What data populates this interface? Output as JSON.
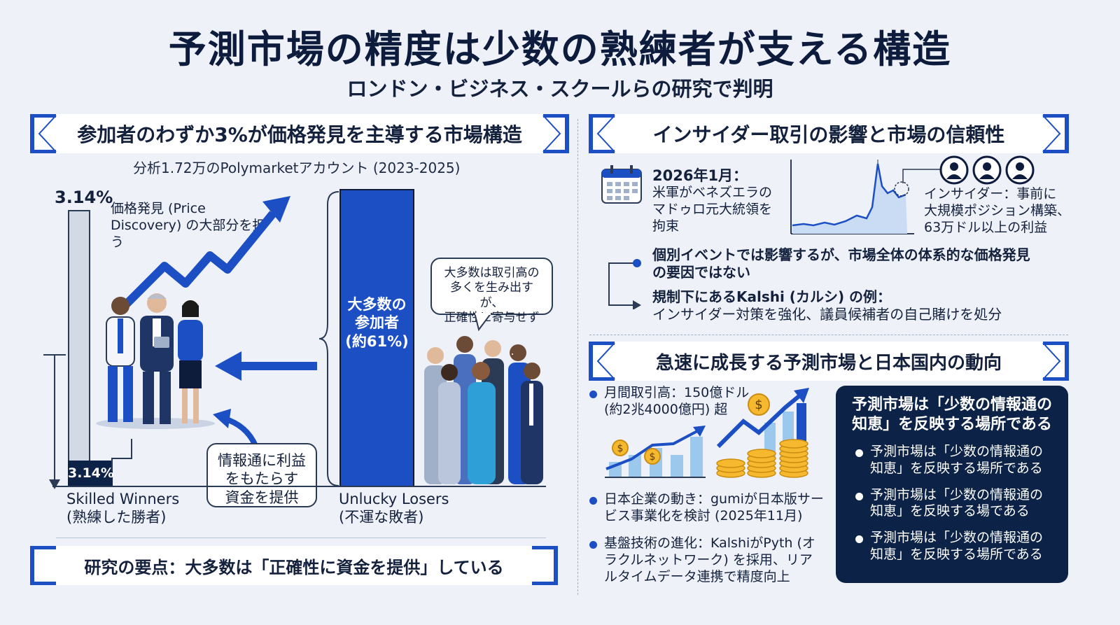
{
  "header": {
    "title": "予測市場の精度は少数の熟練者が支える構造",
    "subtitle": "ロンドン・ビジネス・スクールらの研究で判明"
  },
  "left_panel": {
    "banner": "参加者のわずか3%が価格発見を主導する市場構造",
    "analysis_note": "分析1.72万のPolymarketアカウント (2023-2025)",
    "winners_pct_top": "3.14%",
    "winners_pct_bottom": "3.14%",
    "price_discovery_label": "価格発見 (Price Discovery) の大部分を担う",
    "majority_bar_label": "大多数の参加者 (約61%)",
    "majority_bar_label_l1": "大多数の",
    "majority_bar_label_l2": "参加者",
    "majority_bar_label_l3": "(約61%)",
    "majority_bubble_l1": "大多数は取引高の",
    "majority_bubble_l2": "多くを生み出すが、",
    "majority_bubble_l3": "正確性に寄与せず",
    "funding_bubble_l1": "情報通に利益",
    "funding_bubble_l2": "をもたらす",
    "funding_bubble_l3": "資金を提供",
    "winners_label_en": "Skilled Winners",
    "winners_label_jp": "(熟練した勝者)",
    "losers_label_en": "Unlucky Losers",
    "losers_label_jp": "(不運な敗者)",
    "key_point_banner": "研究の要点：大多数は「正確性に資金を提供」している"
  },
  "insider_panel": {
    "banner": "インサイダー取引の影響と市場の信頼性",
    "event_date": "2026年1月：",
    "event_l1": "米軍がベネズエラの",
    "event_l2": "マドゥロ元大統領を",
    "event_l3": "拘束",
    "insider_l1": "インサイダー：事前に",
    "insider_l2": "大規模ポジション構築、",
    "insider_l3": "63万ドル以上の利益",
    "point1_l1": "個別イベントでは影響するが、市場全体の体系的な価格発見",
    "point1_l2": "の要因ではない",
    "point2_l1": "規制下にあるKalshi (カルシ) の例：",
    "point2_l2": "インサイダー対策を強化、議員候補者の自己賭けを処分"
  },
  "growth_panel": {
    "banner": "急速に成長する予測市場と日本国内の動向",
    "volume_l1": "月間取引高：150億ドル",
    "volume_l2": "(約2兆4000億円) 超",
    "japan_l1": "日本企業の動き：gumiが日本版サー",
    "japan_l2": "ビス事業化を検討 (2025年11月)",
    "tech_l1": "基盤技術の進化：KalshiがPyth (オ",
    "tech_l2": "ラクルネットワーク) を採用、リア",
    "tech_l3": "ルタイムデータ連携で精度向上"
  },
  "conclusion": {
    "heading_l1": "予測市場は「少数の情報通の",
    "heading_l2": "知恵」を反映する場所である",
    "items": [
      {
        "l1": "予測市場は「少数の情報通の",
        "l2": "知恵」を反映する場所である"
      },
      {
        "l1": "予測市場は「少数の情報通の",
        "l2": "知恵」を反映する場である"
      },
      {
        "l1": "予測市場は「少数の情報通の",
        "l2": "知恵」を反映する場所である"
      }
    ]
  },
  "icons": [
    "calendar-icon",
    "person-icon",
    "dollar-coin-icon",
    "trend-arrow-icon",
    "coin-stack-icon"
  ],
  "colors": {
    "accent_blue": "#1d4fc4",
    "navy": "#0c2347",
    "light_bar": "#d3dae6"
  }
}
